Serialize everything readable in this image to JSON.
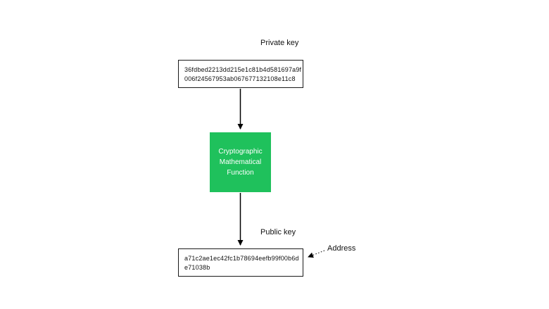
{
  "diagram": {
    "private_key": {
      "label": "Private key",
      "value": "36fdbed2213dd215e1c81b4d581697a9f006f24567953ab067677132108e11c8",
      "lines": [
        "36fdbed2213dd215e1c81b4d581697a9f",
        "006f24567953ab067677132108e11c8"
      ]
    },
    "function_box": {
      "lines": [
        "Cryptographic",
        "Mathematical",
        "Function"
      ]
    },
    "public_key": {
      "label": "Public key",
      "value": "a71c2ae1ec42fc1b78694eefb99f00b6de71038b",
      "lines": [
        "a71c2ae1ec42fc1b78694eefb99f00b6d",
        "e71038b"
      ]
    },
    "address_label": "Address",
    "colors": {
      "function_box_background": "#1fc15c",
      "function_box_text": "#ffffff",
      "arrow": "#000000",
      "box_border": "#1a1a1a",
      "background": "#ffffff"
    }
  }
}
